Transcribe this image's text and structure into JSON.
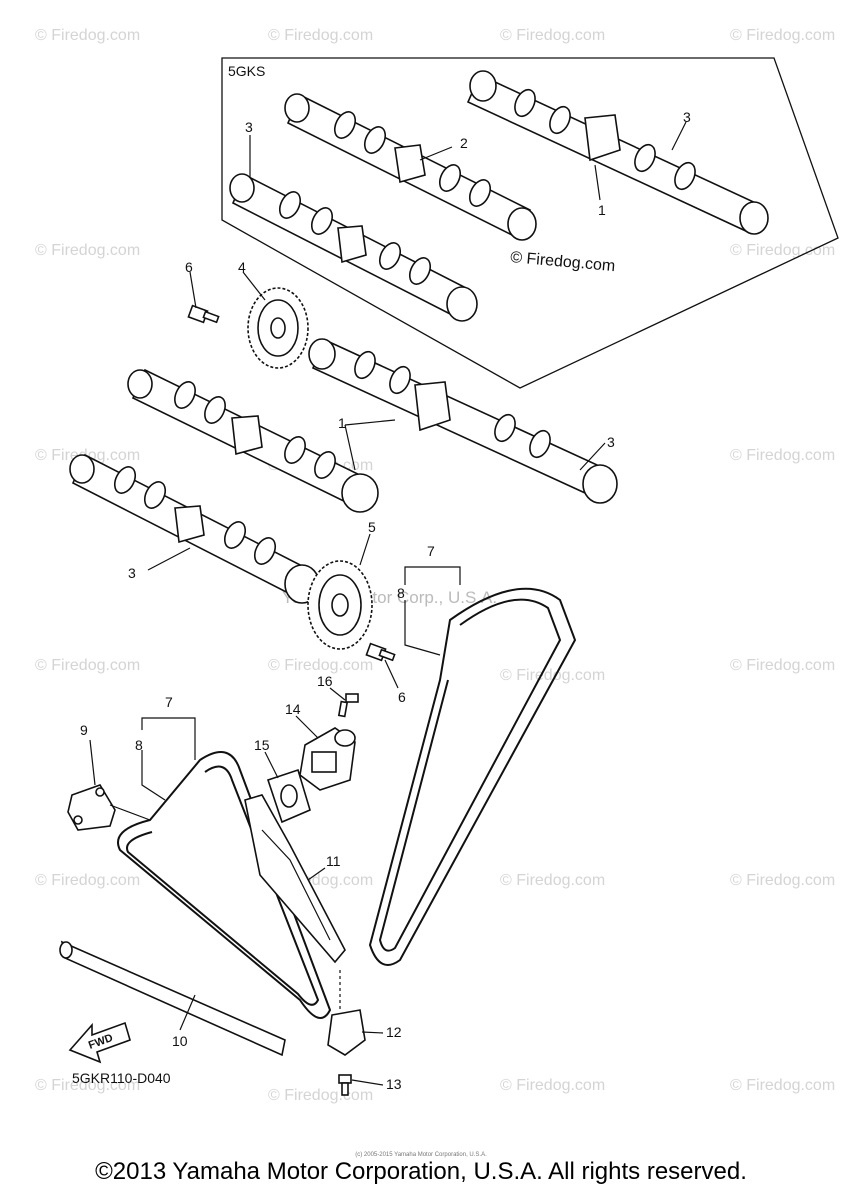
{
  "diagram": {
    "variant_label": "5GKS",
    "diagram_code": "5GKR110-D040",
    "fwd_label": "FWD",
    "watermark_text": "© Firedog.com",
    "inline_watermark": "© Firedog.com",
    "inline_watermark2": "Yamaha Motor Corp., U.S.A.",
    "callouts": {
      "c1a": "1",
      "c1b": "1",
      "c2": "2",
      "c3a": "3",
      "c3b": "3",
      "c3c": "3",
      "c3d": "3",
      "c4": "4",
      "c5": "5",
      "c6a": "6",
      "c6b": "6",
      "c7a": "7",
      "c7b": "7",
      "c8a": "8",
      "c8b": "8",
      "c9": "9",
      "c10": "10",
      "c11": "11",
      "c12": "12",
      "c13": "13",
      "c14": "14",
      "c15": "15",
      "c16": "16"
    },
    "copyright": "©2013 Yamaha Motor Corporation, U.S.A. All rights reserved.",
    "tiny_copyright": "(c) 2005-2015 Yamaha Motor Corporation, U.S.A."
  }
}
